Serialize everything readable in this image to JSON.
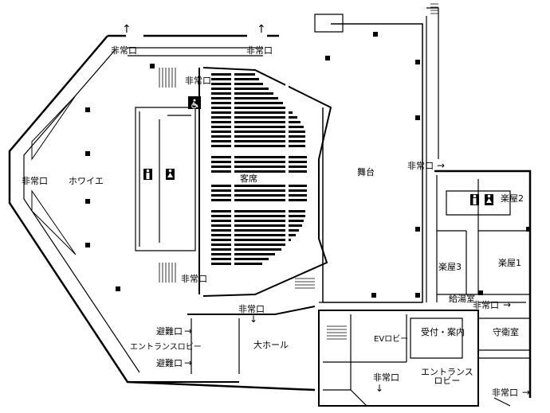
{
  "labels": {
    "emergency_exit": "非常口",
    "foyer": "ホワイエ",
    "seats": "客席",
    "stage": "舞台",
    "dressing_room_1": "楽屋1",
    "dressing_room_2": "楽屋2",
    "dressing_room_3": "楽屋3",
    "kitchenette": "給湯室",
    "reception": "受付・案内",
    "guard_room": "守衛室",
    "ev_lobby": "EVロビー",
    "entrance_lobby_line1": "エントランス",
    "entrance_lobby_line2": "ロビー",
    "entrance_lobby_small": "エントランスロビー",
    "refuge_exit": "避難口",
    "main_hall": "大ホール"
  },
  "icons": {
    "arrow_right": "→",
    "arrow_up": "↑",
    "arrow_down": "↓"
  }
}
